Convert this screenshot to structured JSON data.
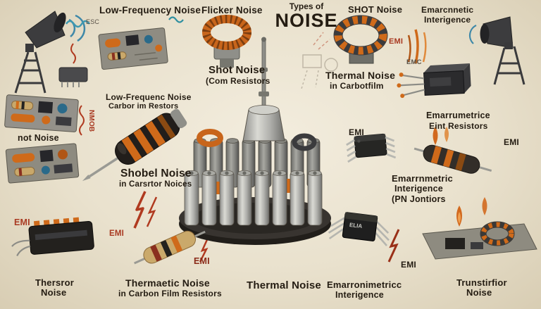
{
  "colors": {
    "background": "#e9e1cd",
    "ink": "#241c12",
    "red_accent": "#a93a22",
    "orange_component": "#d2691e",
    "blue_wave": "#3e88a8"
  },
  "title": {
    "pre": "Types of",
    "main": "NOISE"
  },
  "labels": {
    "low_freq_top": "Low-Frequency Noise",
    "flicker": "Flicker Noise",
    "shot_top": "SHOT Noise",
    "em_top_right_1": "Emarcnnetic",
    "em_top_right_2": "Interigence",
    "esc": "ESC",
    "emi_top": "EMI",
    "emc": "EMC",
    "shot_center_1": "Shot Noise",
    "shot_center_2": "(Com Resistors",
    "thermal_center_1": "Thermal Noise",
    "thermal_center_2": "in Carbotfilm",
    "low_freq_left_1": "Low-Frequenc Noise",
    "low_freq_left_2": "Carbor im Restors",
    "nmob": "NMOB",
    "not_noise": "not Noise",
    "emi_mid": "EMI",
    "em_right_1": "Emarrumetrice",
    "em_right_2": "Eint Resistors",
    "emi_far_right": "EMI",
    "shobel_1": "Shobel Noise",
    "shobel_2": "in Carsrtor Noices",
    "em_right_mid_1": "Emarrnmetric",
    "em_right_mid_2": "Interigence",
    "em_right_mid_3": "(PN Jontiors",
    "emi_left": "EMI",
    "emi_left_lower": "EMI",
    "emi_bottom_center": "EMI",
    "emi_bottom_right": "EMI",
    "thersror_1": "Thersror",
    "thersror_2": "Noise",
    "thermaetic_1": "Thermaetic Noise",
    "thermaetic_2": "in Carbon Film Resistors",
    "thermal_bottom": "Thermal Noise",
    "em_bottom_1": "Emarronimetricc",
    "em_bottom_2": "Interigence",
    "trunstirfior_1": "Trunstirfior",
    "trunstirfior_2": "Noise",
    "chip_elia": "ELIA"
  }
}
